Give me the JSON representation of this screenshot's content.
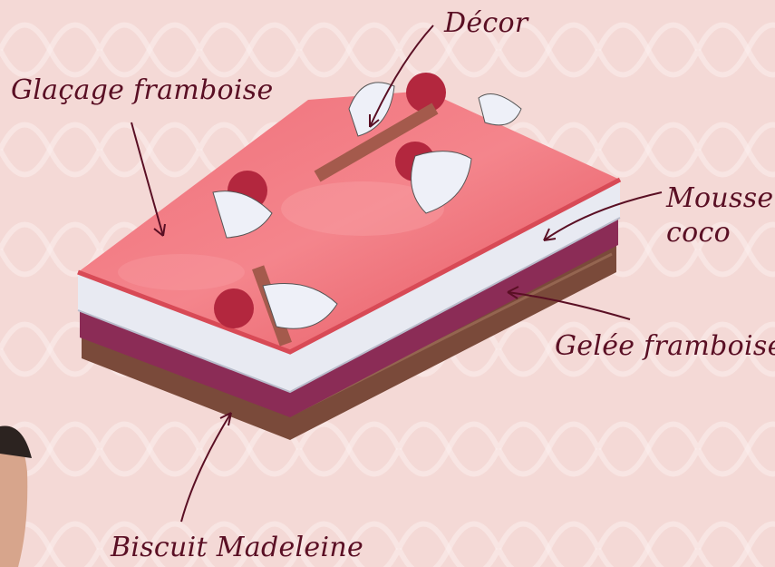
{
  "colors": {
    "background": "#f4d9d6",
    "label_text": "#5a0f24",
    "glaze": "#f27a82",
    "mousse": "#e8eaf2",
    "jelly": "#8b2c56",
    "biscuit": "#7a4a3a"
  },
  "labels": {
    "glacage": "Glaçage framboise",
    "decor": "Décor",
    "mousse": "Mousse coco",
    "gelee": "Gelée framboise",
    "biscuit": "Biscuit Madeleine"
  }
}
